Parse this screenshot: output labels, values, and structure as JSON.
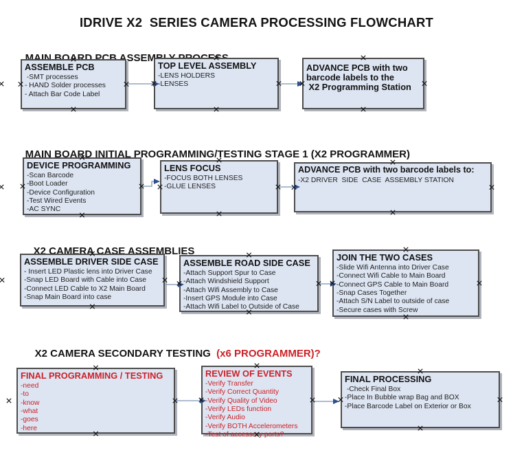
{
  "page_title": "IDRIVE X2  SERIES CAMERA PROCESSING FLOWCHART",
  "colors": {
    "box_fill": "#dde5f2",
    "box_border": "#4c4c4c",
    "red_text": "#cc2127",
    "arrow_line": "#7b94b5",
    "arrow_head": "#2c4f8e",
    "anchor_mark": "#161616"
  },
  "sections": [
    {
      "heading": "MAIN BOARD PCB ASSEMBLY PROCESS",
      "heading_red": ""
    },
    {
      "heading": "MAIN BOARD INITIAL PROGRAMMING/TESTING STAGE 1 (X2 PROGRAMMER)",
      "heading_red": ""
    },
    {
      "heading": "X2 CAMERA CASE ASSEMBLIES",
      "heading_red": ""
    },
    {
      "heading": "X2 CAMERA SECONDARY TESTING ",
      "heading_red": " (x6 PROGRAMMER)?"
    }
  ],
  "boxes": [
    {
      "title": "ASSEMBLE PCB",
      "red": false,
      "items": [
        " -SMT processes",
        "- HAND Solder processes",
        "- Attach Bar Code Label"
      ]
    },
    {
      "title": "TOP LEVEL ASSEMBLY",
      "red": false,
      "items": [
        "-LENS HOLDERS",
        "-LENSES"
      ]
    },
    {
      "title": "ADVANCE PCB with two\nbarcode labels to the\n X2 Programming Station",
      "red": false,
      "items": []
    },
    {
      "title": "DEVICE PROGRAMMING",
      "red": false,
      "items": [
        "-Scan Barcode",
        "-Boot Loader",
        "-Device Configuration",
        "-Test Wired Events",
        "-AC SYNC"
      ]
    },
    {
      "title": "LENS FOCUS",
      "red": false,
      "items": [
        "-FOCUS BOTH LENSES",
        "-GLUE LENSES"
      ]
    },
    {
      "title": "ADVANCE PCB with two barcode labels to:",
      "red": false,
      "items": [
        "-X2 DRIVER  SIDE  CASE  ASSEMBLY STATION"
      ]
    },
    {
      "title": "ASSEMBLE DRIVER SIDE CASE",
      "red": false,
      "items": [
        "- Insert LED Plastic lens into Driver Case",
        "-Snap LED Board with Cable into Case",
        "-Connect LED Cable to X2 Main Board",
        "-Snap Main Board into case"
      ]
    },
    {
      "title": "ASSEMBLE ROAD SIDE CASE",
      "red": false,
      "items": [
        "-Attach Support Spur to Case",
        "-Attach Windshield Support",
        "-Attach Wifi Assembly to Case",
        "-Insert GPS Module into Case",
        "-Attach Wifi Label to Outside of Case"
      ]
    },
    {
      "title": "JOIN THE TWO CASES",
      "red": false,
      "items": [
        "-Slide Wifi Antenna into Driver Case",
        "-Connect Wifi Cable to Main Board",
        "-Connect GPS Cable to Main Board",
        "-Snap Cases Together",
        "-Attach S/N Label to outside of case",
        "-Secure cases with Screw"
      ]
    },
    {
      "title": "FINAL PROGRAMMING / TESTING",
      "red": true,
      "items": [
        "-need",
        "-to",
        "-know",
        "-what",
        "-goes",
        "-here"
      ]
    },
    {
      "title": "REVIEW OF EVENTS",
      "red": true,
      "items": [
        "-Verify Transfer",
        "-Verify Correct Quantity",
        "-Verify Quality of Video",
        "-Verify LEDs function",
        "-Verify Audio",
        "-Verify BOTH Accelerometers",
        "-Test of accessory ports?"
      ]
    },
    {
      "title": "FINAL PROCESSING",
      "red": false,
      "items": [
        " -Check Final Box",
        "-Place In Bubble wrap Bag and BOX",
        "-Place Barcode Label on Exterior or Box"
      ]
    }
  ]
}
